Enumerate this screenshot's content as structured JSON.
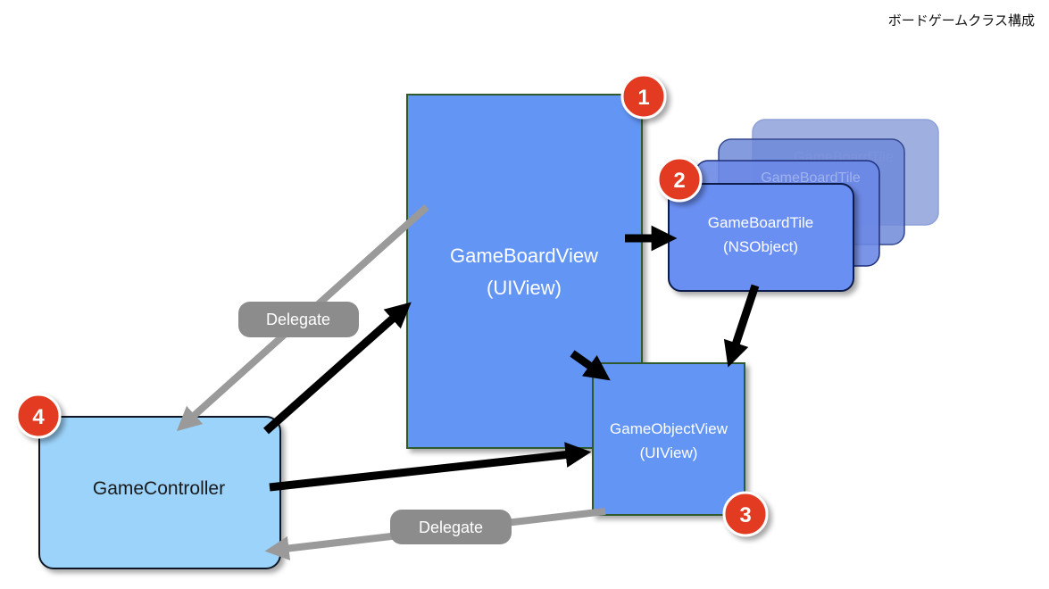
{
  "title": "ボードゲームクラス構成",
  "nodes": {
    "game_board_view": {
      "name": "GameBoardView",
      "type": "(UIView)",
      "badge": "1",
      "color": "#6495f5"
    },
    "game_board_tile": {
      "name": "GameBoardTile",
      "type": "(NSObject)",
      "badge": "2",
      "color": "#6a8ff3",
      "stack_label": "GameBoardTile"
    },
    "game_object_view": {
      "name": "GameObjectView",
      "type": "(UIView)",
      "badge": "3",
      "color": "#6495f5"
    },
    "game_controller": {
      "name": "GameController",
      "badge": "4",
      "color": "#9cd3fb"
    }
  },
  "edges": {
    "delegate_upper": "Delegate",
    "delegate_lower": "Delegate"
  },
  "colors": {
    "badge": "#e23a22",
    "arrow_primary": "#000000",
    "arrow_delegate": "#9a9a9a",
    "pill": "#8c8c8c"
  }
}
